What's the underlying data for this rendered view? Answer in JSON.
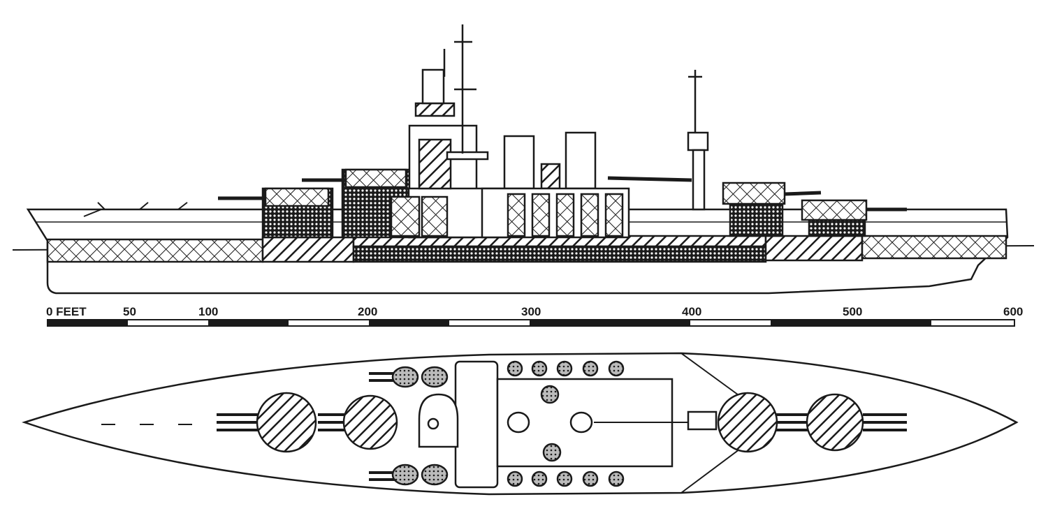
{
  "scale": {
    "labels": [
      {
        "text": "0 FEET",
        "feet": 0
      },
      {
        "text": "50",
        "feet": 50
      },
      {
        "text": "100",
        "feet": 100
      },
      {
        "text": "200",
        "feet": 200
      },
      {
        "text": "300",
        "feet": 300
      },
      {
        "text": "400",
        "feet": 400
      },
      {
        "text": "500",
        "feet": 500
      },
      {
        "text": "600",
        "feet": 600
      }
    ],
    "max_feet": 600,
    "segment_feet": 50
  },
  "colors": {
    "ink": "#1a1a1a",
    "paper": "#ffffff"
  }
}
